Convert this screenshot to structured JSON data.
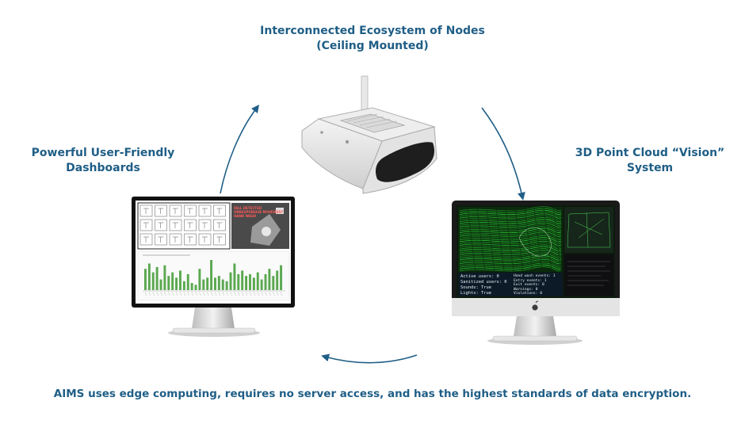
{
  "captions": {
    "top": [
      "Interconnected Ecosystem of Nodes",
      "(Ceiling Mounted)"
    ],
    "left": [
      "Powerful User-Friendly",
      "Dashboards"
    ],
    "right": [
      "3D Point Cloud “Vision”",
      "System"
    ]
  },
  "footer": "AIMS uses edge computing, requires no server access, and has the highest standards of data encryption.",
  "icons": [
    "sensor-node-device",
    "dashboard-monitor",
    "point-cloud-monitor",
    "apple-logo-icon",
    "cycle-arrow-icon"
  ],
  "colors": {
    "caption": "#1f5e86",
    "arrow": "#1f5e86",
    "bars": "#5aa84f",
    "pointcloud": "#2fe03a"
  },
  "left_monitor": {
    "overlay_lines": [
      "FALL DETECTED",
      "UNRESPONSIVE MOVEMENT",
      "HAND WASH"
    ],
    "chart": {
      "type": "bar",
      "values": [
        24,
        30,
        20,
        26,
        12,
        28,
        16,
        20,
        14,
        22,
        10,
        18,
        8,
        6,
        24,
        12,
        14,
        34,
        14,
        16,
        12,
        10,
        20,
        30,
        18,
        22,
        16,
        18,
        14,
        20,
        12,
        18,
        24,
        16,
        22,
        28
      ]
    }
  },
  "right_monitor": {
    "stats_left": [
      [
        "Active users:",
        "0"
      ],
      [
        "Sanitized users:",
        "0"
      ],
      [
        "Sounds:",
        "True"
      ],
      [
        "Lights:",
        "True"
      ]
    ],
    "stats_right": [
      [
        "Hand wash events:",
        "1"
      ],
      [
        "Entry events:",
        "1"
      ],
      [
        "Exit events:",
        "0"
      ],
      [
        "Warnings:",
        "0"
      ],
      [
        "Violations:",
        "0"
      ]
    ]
  }
}
